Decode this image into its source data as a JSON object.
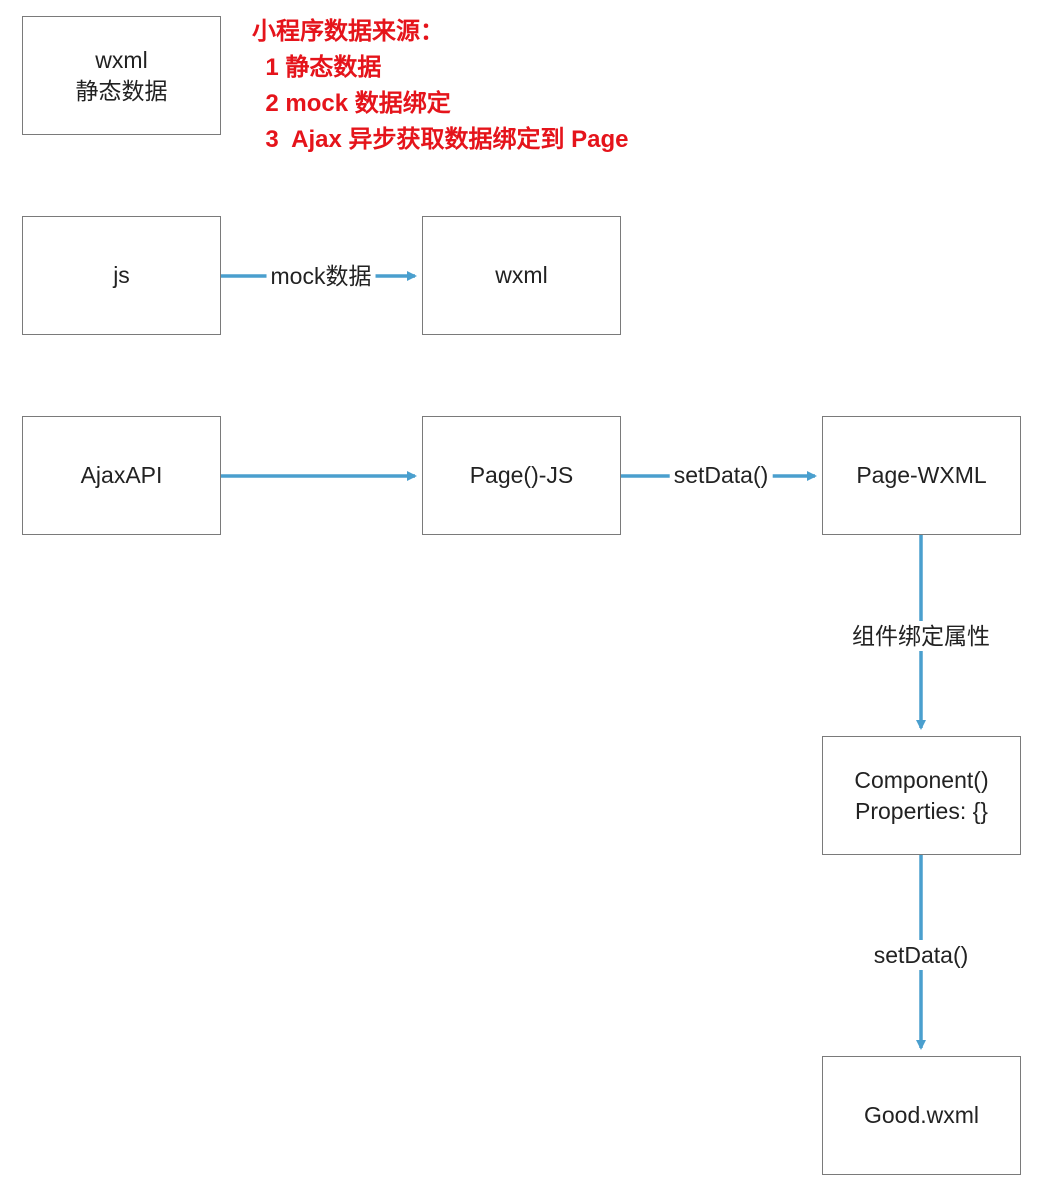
{
  "notes": {
    "title": "小程序数据来源：",
    "items": [
      "  1 静态数据",
      "  2 mock 数据绑定",
      "  3  Ajax 异步获取数据绑定到 Page"
    ]
  },
  "nodes": {
    "static_wxml": {
      "line1": "wxml",
      "line2": "静态数据"
    },
    "js": {
      "label": "js"
    },
    "mock_wxml": {
      "label": "wxml"
    },
    "ajax_api": {
      "label": "AjaxAPI"
    },
    "page_js": {
      "label": "Page()-JS"
    },
    "page_wxml": {
      "label": "Page-WXML"
    },
    "component": {
      "line1": "Component()",
      "line2": "Properties: {}"
    },
    "good_wxml": {
      "label": "Good.wxml"
    }
  },
  "edges": {
    "mock_label": "mock数据",
    "setdata_label": "setData()",
    "component_bind_label": "组件绑定属性",
    "component_setdata_label": "setData()"
  },
  "colors": {
    "arrow": "#4a9fce",
    "note": "#e5141b",
    "border": "#7a7a7a"
  }
}
